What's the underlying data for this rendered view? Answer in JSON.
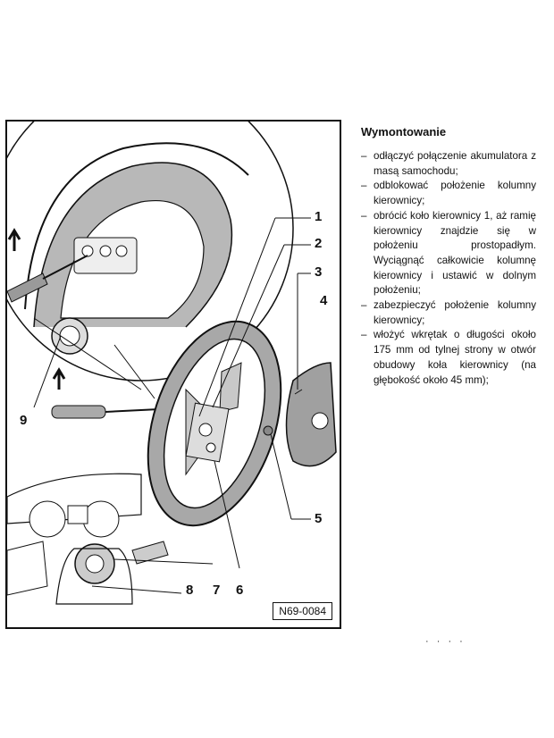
{
  "heading": "Wymontowanie",
  "steps": [
    "odłączyć połączenie akumulatora z masą samochodu;",
    "odblokować położenie kolumny kierownicy;",
    "obrócić koło kierownicy 1, aż ramię kierownicy znajdzie się w położeniu prostopadłym. Wyciągnąć całkowicie kolumnę kierownicy i ustawić w dolnym położeniu;",
    "zabezpieczyć położenie kolumny kierownicy;",
    "włożyć wkrętak o długości około 175 mm od tylnej strony w otwór obudowy koła kierownicy (na głębokość około 45 mm);"
  ],
  "figure": {
    "code": "N69-0084",
    "callouts": [
      "1",
      "2",
      "3",
      "4",
      "5",
      "6",
      "7",
      "8",
      "9"
    ]
  },
  "page_mark": "· · · ·",
  "colors": {
    "ink": "#111111",
    "shade": "#9a9a9a",
    "light_shade": "#c8c8c8"
  }
}
